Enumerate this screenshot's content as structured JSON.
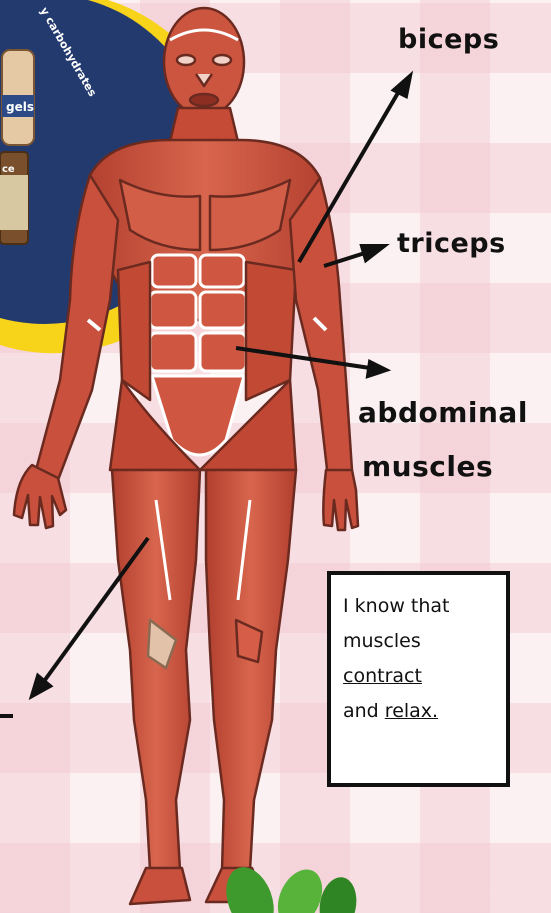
{
  "labels": {
    "biceps": "biceps",
    "triceps": "triceps",
    "abdominal_line1": "abdominal",
    "abdominal_line2": "muscles"
  },
  "note": {
    "line1": "I know that",
    "line2": "muscles",
    "line3": "contract",
    "line4": "and",
    "line5": "relax."
  },
  "corner_panel": {
    "arc_text": "y carbohydrates",
    "package1": "gels",
    "package2": "ce"
  },
  "colors": {
    "muscle": "#c8503c",
    "muscle_dark": "#9c3425",
    "tendon": "#ffffff",
    "panel_yellow": "#f7d31a",
    "panel_blue": "#233a6e"
  }
}
